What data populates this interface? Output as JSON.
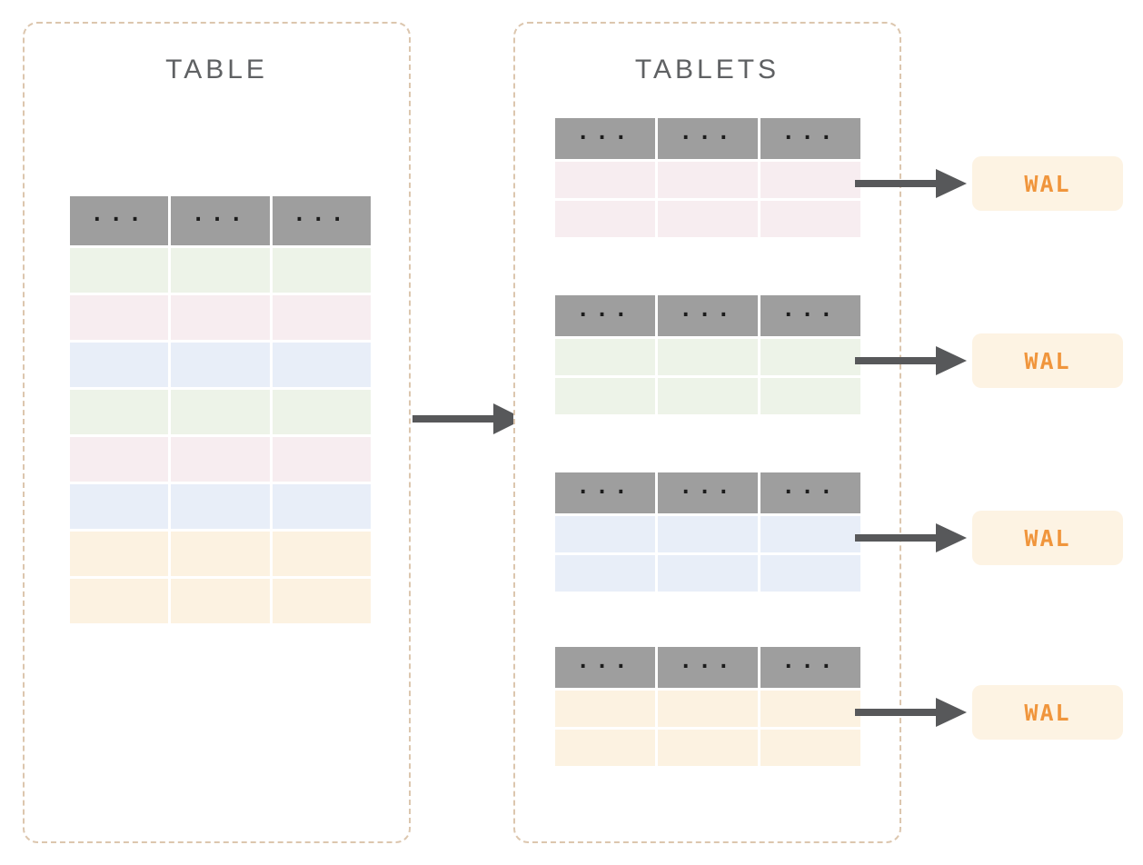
{
  "colors": {
    "border": "#dcc6ae",
    "header_bg": "#9e9e9e",
    "dots": "#1c1c1c",
    "arrow": "#57585a",
    "wal_bg": "#fdf3e3",
    "wal_text": "#f0953c",
    "title": "#5f6163",
    "row_green": "#edf3e8",
    "row_pink": "#f7edf0",
    "row_blue": "#e8eef8",
    "row_cream": "#fcf2e1"
  },
  "left_panel": {
    "title": "TABLE",
    "table": {
      "header": [
        "...",
        "...",
        "..."
      ],
      "rows": [
        "row_green",
        "row_pink",
        "row_blue",
        "row_green",
        "row_pink",
        "row_blue",
        "row_cream",
        "row_cream"
      ]
    }
  },
  "right_panel": {
    "title": "TABLETS",
    "tablets": [
      {
        "header": [
          "...",
          "...",
          "..."
        ],
        "rows": [
          "row_pink",
          "row_pink"
        ],
        "wal_label": "WAL"
      },
      {
        "header": [
          "...",
          "...",
          "..."
        ],
        "rows": [
          "row_green",
          "row_green"
        ],
        "wal_label": "WAL"
      },
      {
        "header": [
          "...",
          "...",
          "..."
        ],
        "rows": [
          "row_blue",
          "row_blue"
        ],
        "wal_label": "WAL"
      },
      {
        "header": [
          "...",
          "...",
          "..."
        ],
        "rows": [
          "row_cream",
          "row_cream"
        ],
        "wal_label": "WAL"
      }
    ]
  }
}
